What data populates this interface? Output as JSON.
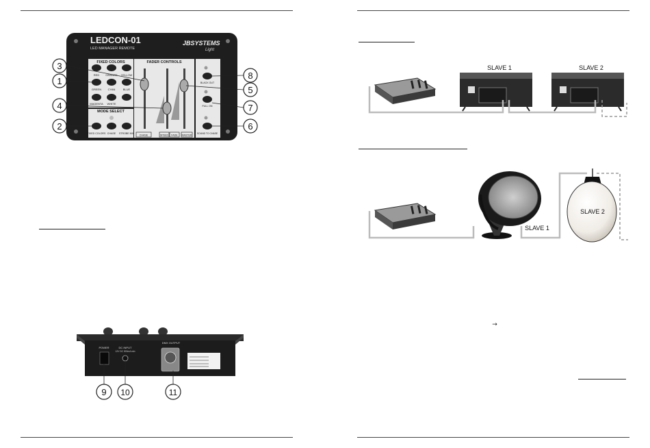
{
  "controller": {
    "brand": "LEDCON-01",
    "subtitle": "LED MANAGER REMOTE",
    "logo_text": "JBSYSTEMS",
    "logo_sub": "Light",
    "fixed_colors_title": "FIXED COLORS",
    "fader_controls_title": "FADER CONTROLS",
    "mode_select_title": "MODE SELECT",
    "row1_buttons": [
      "RED",
      "ORANGE",
      "YELLOW"
    ],
    "row2_buttons": [
      "GREEN",
      "CYAN",
      "BLUE"
    ],
    "row3_buttons": [
      "MAGENTA",
      "WHITE"
    ],
    "mode_buttons": [
      "FIXED COLORS",
      "CHASE",
      "STROBE MIX"
    ],
    "right_buttons": [
      "BLACK OUT",
      "FULL ON",
      "SOUND TO CHASE"
    ],
    "fader_bottom_labels": [
      "CHASE",
      "SPEED",
      "FADE",
      "MASTER"
    ],
    "callouts": [
      "1",
      "2",
      "3",
      "4",
      "5",
      "6",
      "7",
      "8"
    ]
  },
  "rear_panel": {
    "power_label": "POWER",
    "dc_input_label": "DC INPUT",
    "dc_input_spec": "12V DC 500mA min",
    "dmx_output_label": "DMX OUTPUT",
    "callouts": [
      "9",
      "10",
      "11"
    ]
  },
  "diagram1": {
    "slave1": "SLAVE 1",
    "slave2": "SLAVE 2"
  },
  "diagram2": {
    "slave1": "SLAVE 1",
    "slave2": "SLAVE 2"
  },
  "arrow_glyph": "→"
}
